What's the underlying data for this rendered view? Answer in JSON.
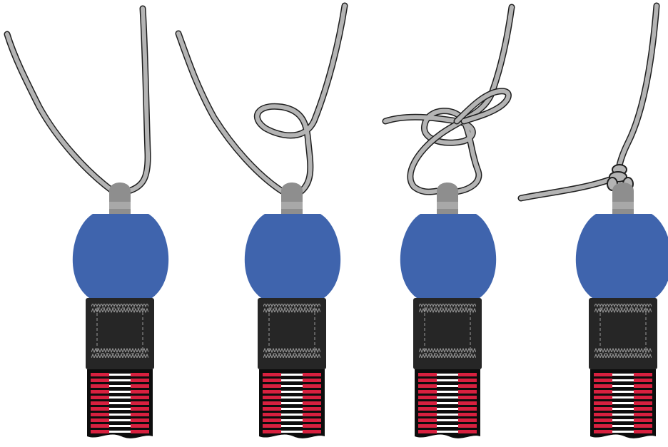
{
  "diagram": {
    "kind": "knot-tying-sequence",
    "step_count": 4,
    "steps": [
      {
        "step": 1,
        "stage": "cord-threaded-through-eyelet"
      },
      {
        "step": 2,
        "stage": "loop-formed"
      },
      {
        "step": 3,
        "stage": "knot-wrapped"
      },
      {
        "step": 4,
        "stage": "knot-tightened"
      }
    ]
  },
  "colors": {
    "cord_fill": "#b4b4b4",
    "cord_outline": "#1f1f1f",
    "ball": "#3f64ad",
    "eyelet": "#8e8e8e",
    "eyelet_band": "#a8a8a8",
    "patch": "#262626",
    "patch_stitch": "#9a9a9a",
    "strap_red": "#d8203f",
    "strap_white": "#ffffff",
    "strap_black": "#0d0d0d",
    "background": "#ffffff"
  },
  "icons": [
    "cord",
    "eyelet",
    "blue-ball",
    "black-patch",
    "red-strap"
  ]
}
